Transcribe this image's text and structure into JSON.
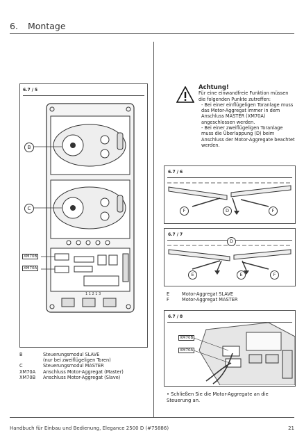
{
  "header": {
    "section_number": "6.",
    "section_title": "Montage"
  },
  "figure_5": {
    "tag": "6.7 / 5",
    "callout_b": "B",
    "callout_c": "C",
    "label_xm70b": "XM70B",
    "label_xm70a": "XM70A",
    "terminal_text": "1 1 2 1 3"
  },
  "legend_left": [
    {
      "key": "B",
      "text": "Steuerungsmodul SLAVE"
    },
    {
      "key": "",
      "text": "(nur bei zweiflügeligen Toren)"
    },
    {
      "key": "C",
      "text": "Steuerungsmodul MASTER"
    },
    {
      "key": "XM70A",
      "text": "Anschluss Motor-Aggregat (Master)"
    },
    {
      "key": "XM70B",
      "text": "Anschluss Motor-Aggregat (Slave)"
    }
  ],
  "warning": {
    "title": "Achtung!",
    "intro": "Für eine einwandfreie Funktion müssen die folgenden Punkte zutreffen:",
    "item1": "- Bei einer einflügeligen Toranlage muss das Motor-Aggregat immer in dem Anschluss MASTER (XM70A) angeschlossen werden.",
    "item2": "- Bei einer zweiflügeligen Toranlage muss die Überlappung (D) beim Anschluss der Motor-Aggregate beachtet werden."
  },
  "figure_6": {
    "tag": "6.7 / 6",
    "f_left": "F",
    "d": "D",
    "f_right": "F"
  },
  "figure_7": {
    "tag": "6.7 / 7",
    "d": "D",
    "e_left": "E",
    "e_right": "E",
    "f": "F"
  },
  "legend_right": [
    {
      "key": "E",
      "text": "Motor-Aggregat SLAVE"
    },
    {
      "key": "F",
      "text": "Motor-Aggregat MASTER"
    }
  ],
  "figure_8": {
    "tag": "6.7 / 8",
    "label_xm70b": "XM70B",
    "label_xm70a": "XM70A"
  },
  "instruction": "• Schließen Sie die Motor-Aggregate an die Steuerung an.",
  "footer": {
    "text": "Handbuch für Einbau und Bedienung, Elegance 2500 D (#75886)",
    "page": "21"
  }
}
